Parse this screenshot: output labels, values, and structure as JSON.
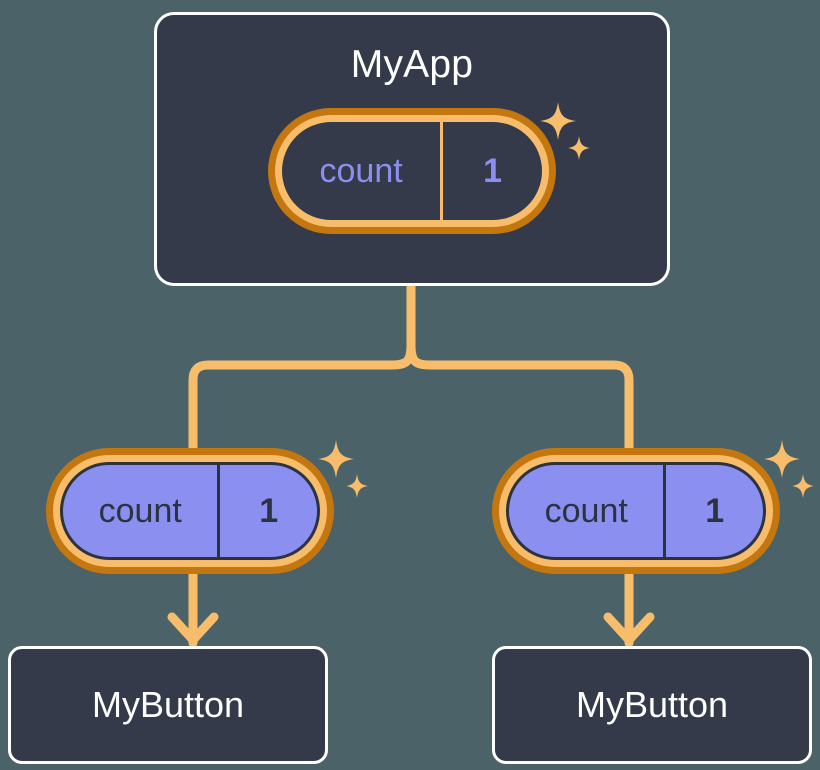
{
  "theme": {
    "background": "#4b6269",
    "card_fill": "#343a4a",
    "card_border": "#ffffff",
    "pill_outer_ring": "#c4760f",
    "pill_inner_ring": "#f8bd6b",
    "pill_purple_fill": "#8a8ff0",
    "accent_line": "#f8bd6b",
    "text_light": "#ffffff",
    "text_periwinkle": "#8a8ff0",
    "text_dark": "#2c3240"
  },
  "diagram": {
    "type": "component-state-tree",
    "root": {
      "name": "root-component",
      "title": "MyApp",
      "state": {
        "key": "count",
        "value": "1",
        "highlighted": true
      }
    },
    "children": [
      {
        "name": "child-left",
        "state": {
          "key": "count",
          "value": "1",
          "highlighted": true
        },
        "component": {
          "title": "MyButton"
        }
      },
      {
        "name": "child-right",
        "state": {
          "key": "count",
          "value": "1",
          "highlighted": true
        },
        "component": {
          "title": "MyButton"
        }
      }
    ]
  },
  "icons": {
    "sparkle_large": "sparkle-icon",
    "sparkle_small": "sparkle-small-icon",
    "arrow_down": "arrow-down-icon"
  }
}
